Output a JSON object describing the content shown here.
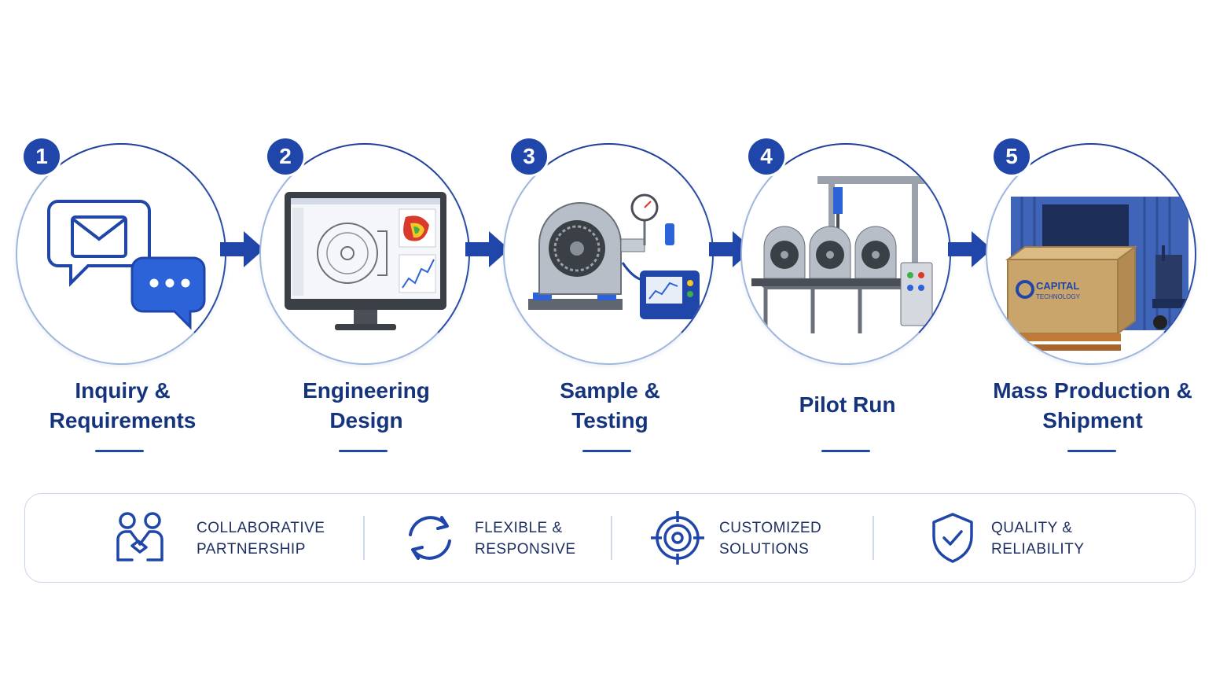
{
  "steps": [
    {
      "number": "1",
      "title_lines": [
        "Inquiry &",
        "Requirements"
      ]
    },
    {
      "number": "2",
      "title_lines": [
        "Engineering",
        "Design"
      ]
    },
    {
      "number": "3",
      "title_lines": [
        "Sample &",
        "Testing"
      ]
    },
    {
      "number": "4",
      "title_lines": [
        "Pilot Run"
      ]
    },
    {
      "number": "5",
      "title_lines": [
        "Mass Production &",
        "Shipment"
      ]
    }
  ],
  "box_brand": {
    "name": "CAPITAL",
    "sub": "TECHNOLOGY"
  },
  "features": [
    {
      "icon": "handshake-icon",
      "lines": [
        "COLLABORATIVE",
        "PARTNERSHIP"
      ]
    },
    {
      "icon": "refresh-icon",
      "lines": [
        "FLEXIBLE &",
        "RESPONSIVE"
      ]
    },
    {
      "icon": "target-icon",
      "lines": [
        "CUSTOMIZED",
        "SOLUTIONS"
      ]
    },
    {
      "icon": "shield-check-icon",
      "lines": [
        "QUALITY &",
        "RELIABILITY"
      ]
    }
  ],
  "colors": {
    "primary": "#1f46a8",
    "dark": "#16347e",
    "light": "#9fb6de"
  }
}
